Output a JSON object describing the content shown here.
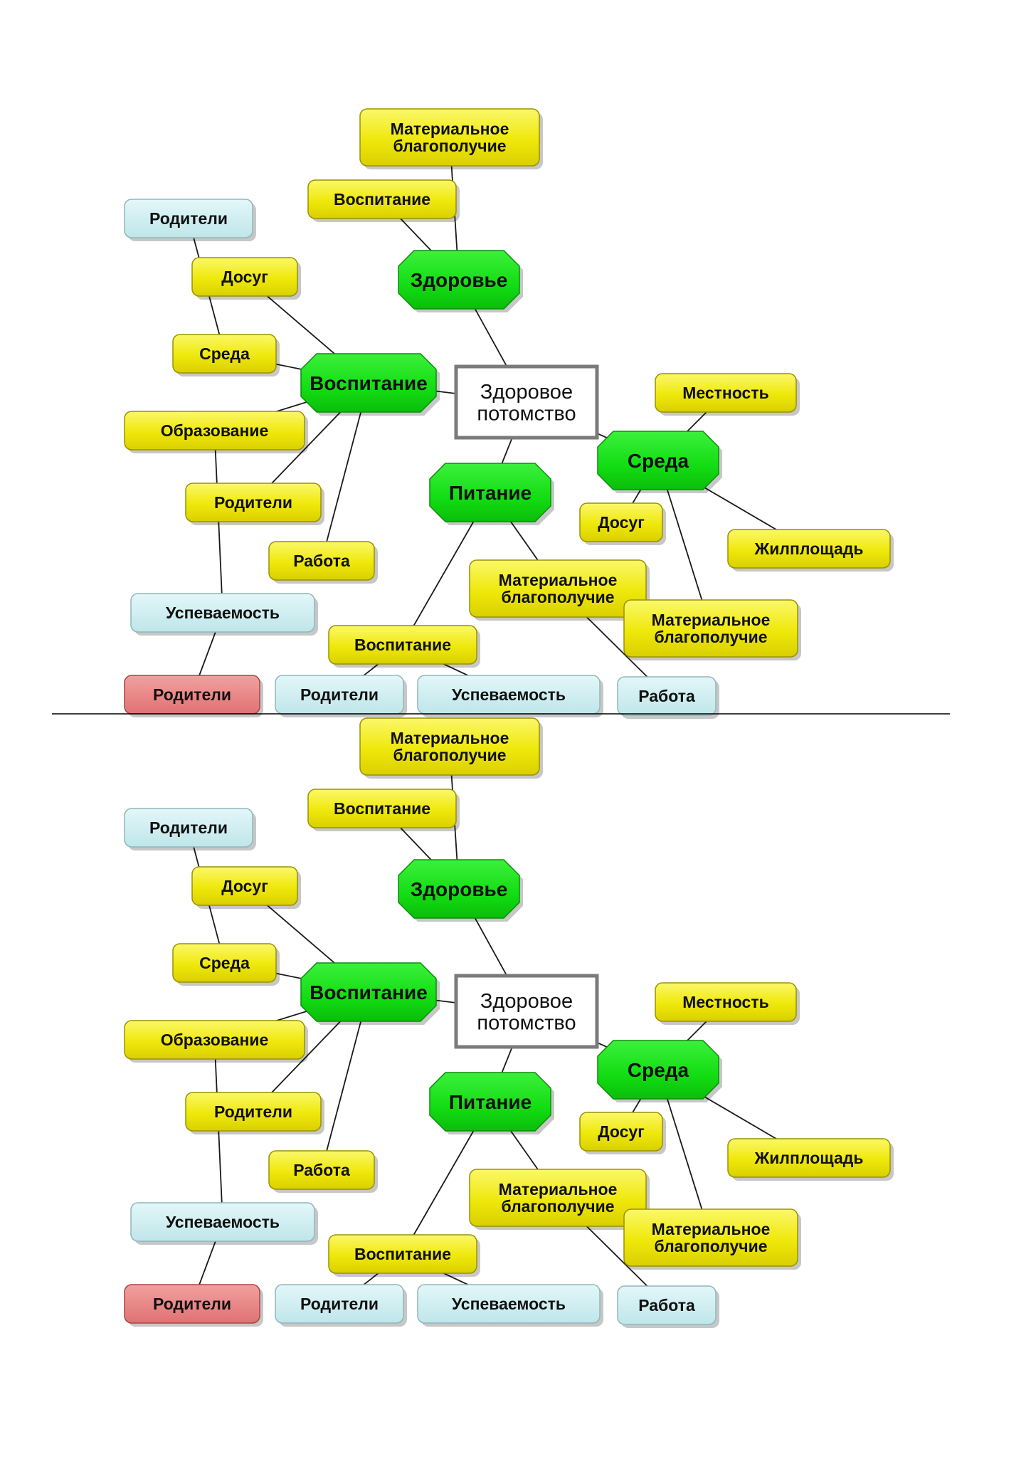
{
  "diagram": {
    "center": "Здоровое потомство",
    "nodes": {
      "zdorovye": "Здоровье",
      "vospitanie": "Воспитание",
      "pitanie": "Питание",
      "sreda": "Среда",
      "mat_top": "Материальное благополучие",
      "vosp_top": "Воспитание",
      "roditeli_left": "Родители",
      "dosug_left": "Досуг",
      "sreda_left": "Среда",
      "obrazovanie": "Образование",
      "roditeli_mid": "Родители",
      "rabota_left": "Работа",
      "uspevaemost_left": "Успеваемость",
      "roditeli_red": "Родители",
      "mat_pit": "Материальное благополучие",
      "vosp_pit": "Воспитание",
      "roditeli_bottom": "Родители",
      "uspevaemost_bottom": "Успеваемость",
      "rabota_bottom": "Работа",
      "mestnost": "Местность",
      "dosug_right": "Досуг",
      "zhilploshchad": "Жилплощадь",
      "mat_sreda": "Материальное благополучие"
    },
    "colors": {
      "main_green": "#11e011",
      "leaf_yellow": "#f5f00a",
      "leaf_cyan": "#cdeef2",
      "leaf_red": "#ea8080",
      "center_border": "#7a7a7a"
    }
  }
}
